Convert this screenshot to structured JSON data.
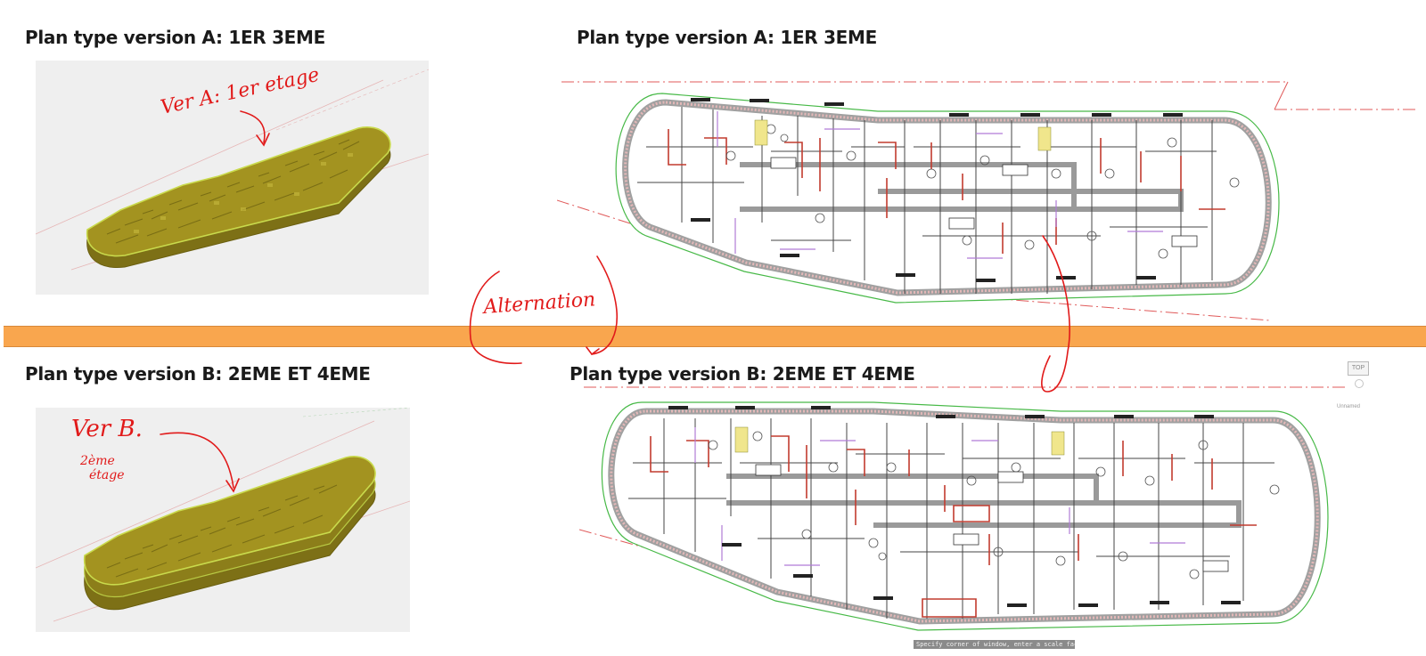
{
  "top_section": {
    "left_title": "Plan type version A: 1ER 3EME",
    "right_title": "Plan type version A: 1ER 3EME"
  },
  "bottom_section": {
    "left_title": "Plan type version B: 2EME ET 4EME",
    "right_title": "Plan type version B: 2EME ET 4EME"
  },
  "annotations": {
    "ver_a_note": "Ver A: 1er etage",
    "ver_b_note_line1": "Ver B.",
    "ver_b_note_line2": "2ème",
    "ver_b_note_line3": "étage",
    "alternation_note": "Alternation"
  },
  "cad_ui": {
    "view_label": "TOP",
    "ucs_label": "Unnamed",
    "command_prompt": "Specify corner of window, enter a scale factor (nX or nXP)"
  },
  "colors": {
    "divider": "#f9a64e",
    "ink_red": "#e11a1a",
    "slab_olive": "#9a8a1e",
    "slab_edge": "#c8d84a"
  }
}
